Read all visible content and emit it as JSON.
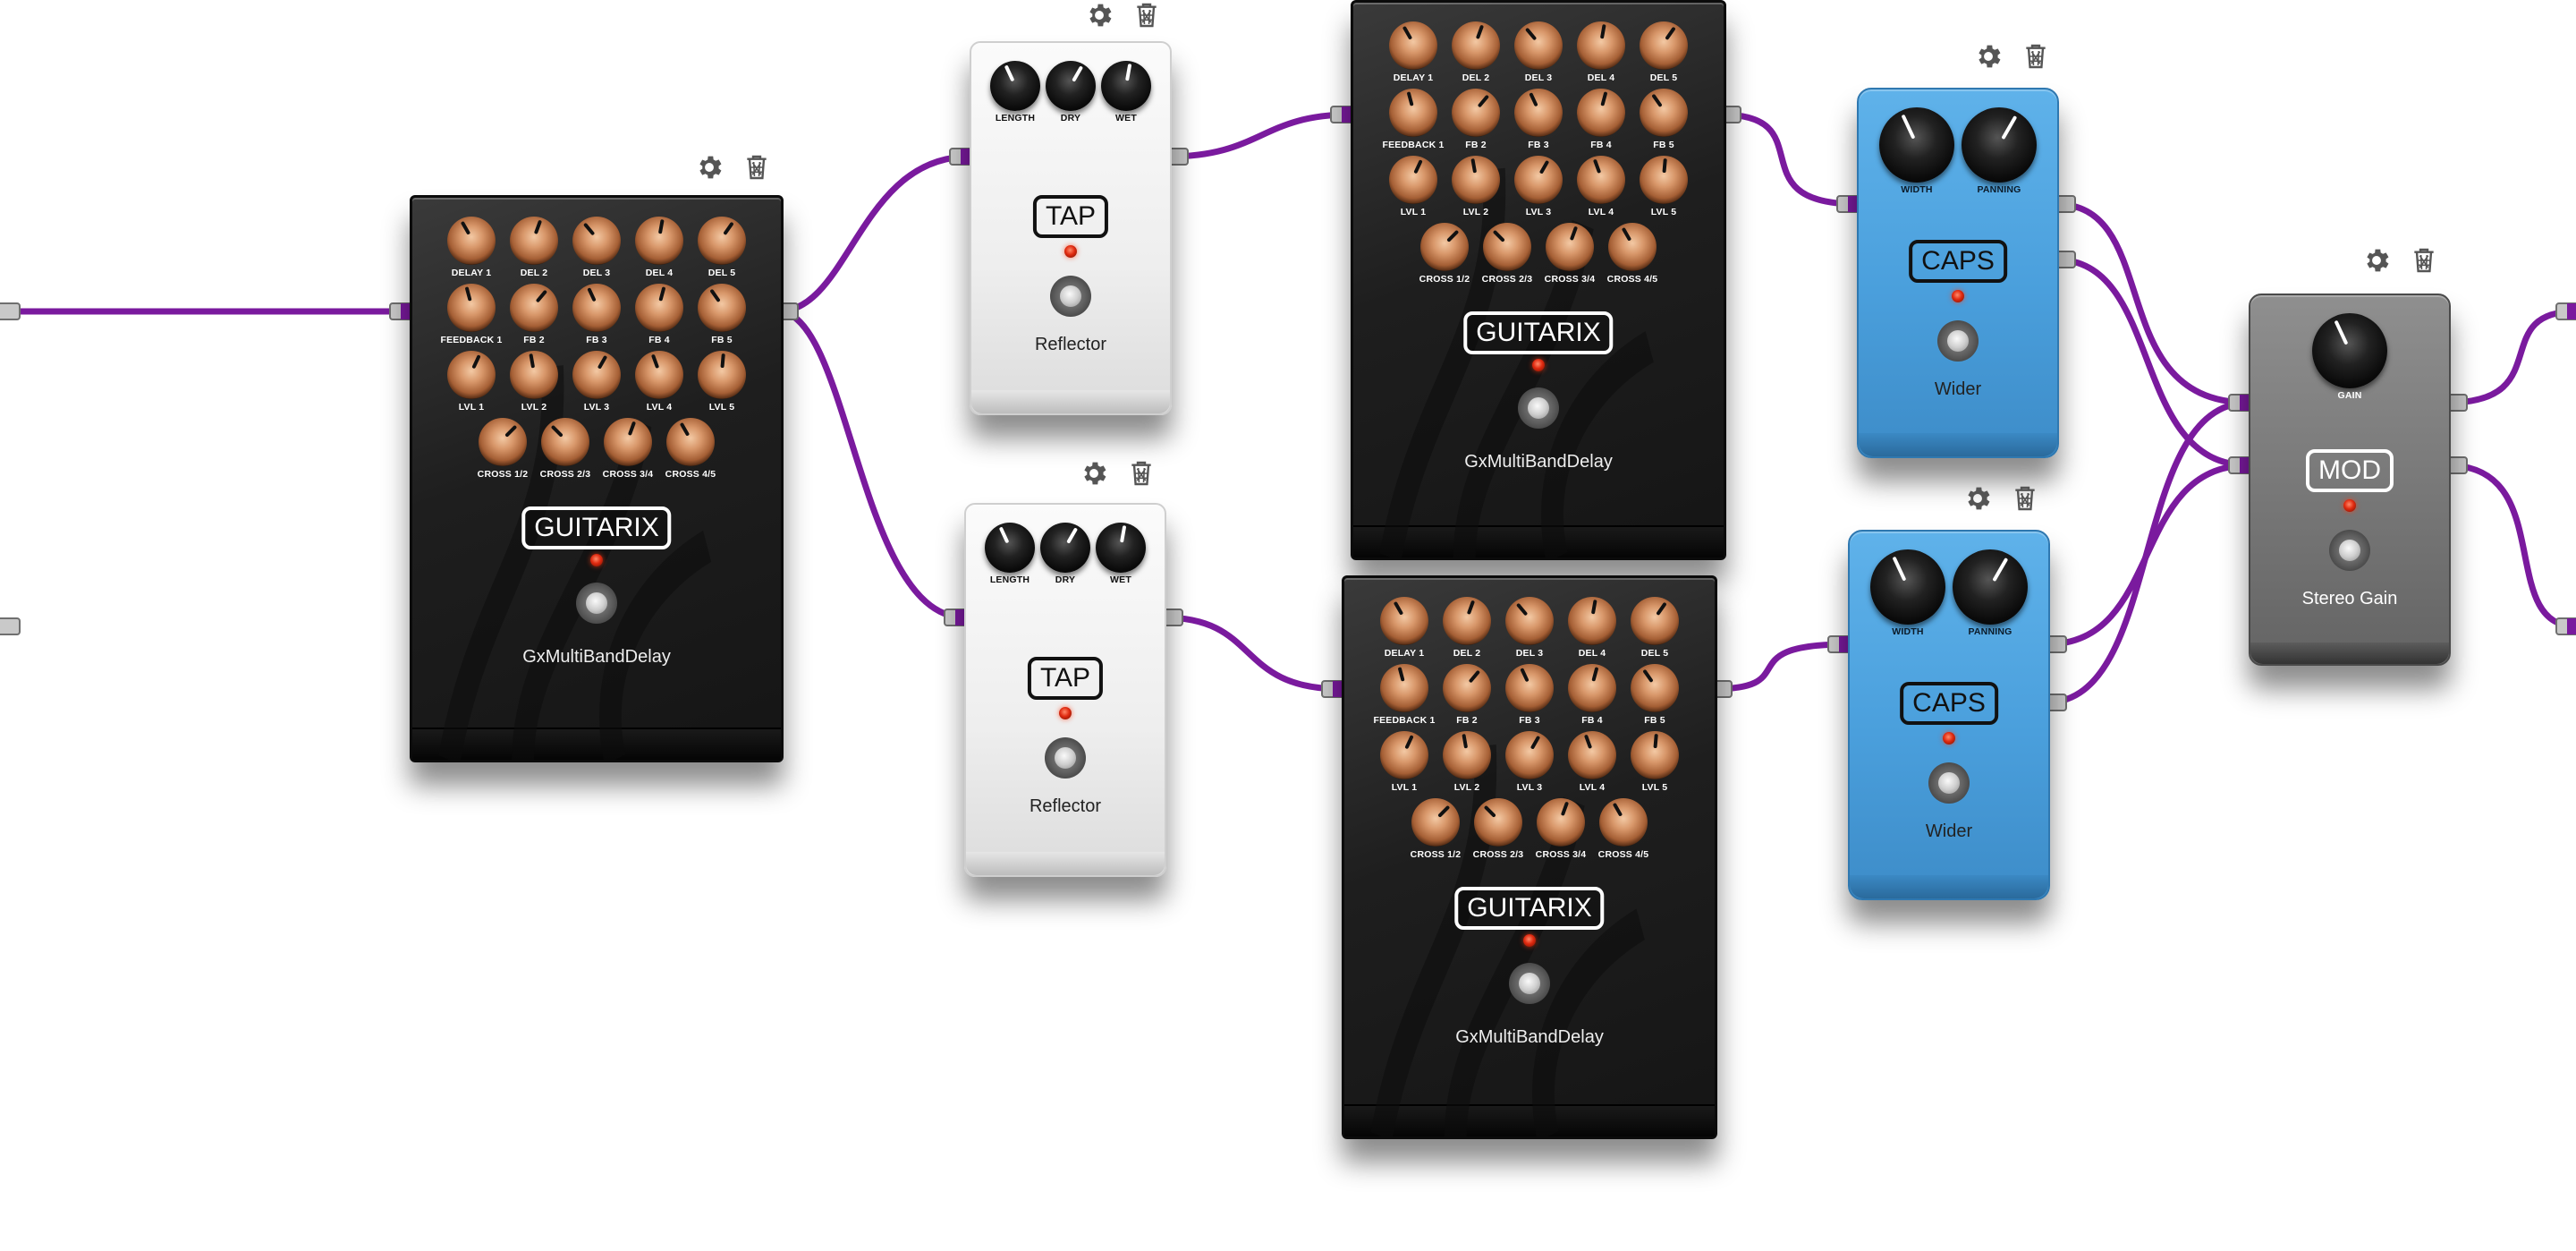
{
  "colors": {
    "cable": "#7a1a9e",
    "plug": "#a0a0a0"
  },
  "icons": {
    "settings": "gear-icon",
    "remove": "trash-icon"
  },
  "pedals": [
    {
      "id": "gx-1",
      "type": "gxmultiband",
      "brand": "GUITARIX",
      "name": "GxMultiBandDelay",
      "rows": [
        [
          "DELAY 1",
          "DEL 2",
          "DEL 3",
          "DEL 4",
          "DEL 5"
        ],
        [
          "FEEDBACK 1",
          "FB 2",
          "FB 3",
          "FB 4",
          "FB 5"
        ],
        [
          "LVL 1",
          "LVL 2",
          "LVL 3",
          "LVL 4",
          "LVL 5"
        ],
        [
          "CROSS 1/2",
          "CROSS 2/3",
          "CROSS 3/4",
          "CROSS 4/5"
        ]
      ]
    },
    {
      "id": "gx-2",
      "type": "gxmultiband",
      "brand": "GUITARIX",
      "name": "GxMultiBandDelay",
      "rows": [
        [
          "DELAY 1",
          "DEL 2",
          "DEL 3",
          "DEL 4",
          "DEL 5"
        ],
        [
          "FEEDBACK 1",
          "FB 2",
          "FB 3",
          "FB 4",
          "FB 5"
        ],
        [
          "LVL 1",
          "LVL 2",
          "LVL 3",
          "LVL 4",
          "LVL 5"
        ],
        [
          "CROSS 1/2",
          "CROSS 2/3",
          "CROSS 3/4",
          "CROSS 4/5"
        ]
      ]
    },
    {
      "id": "gx-3",
      "type": "gxmultiband",
      "brand": "GUITARIX",
      "name": "GxMultiBandDelay",
      "rows": [
        [
          "DELAY 1",
          "DEL 2",
          "DEL 3",
          "DEL 4",
          "DEL 5"
        ],
        [
          "FEEDBACK 1",
          "FB 2",
          "FB 3",
          "FB 4",
          "FB 5"
        ],
        [
          "LVL 1",
          "LVL 2",
          "LVL 3",
          "LVL 4",
          "LVL 5"
        ],
        [
          "CROSS 1/2",
          "CROSS 2/3",
          "CROSS 3/4",
          "CROSS 4/5"
        ]
      ]
    },
    {
      "id": "tap-1",
      "type": "tap",
      "brand": "TAP",
      "name": "Reflector",
      "knobs": [
        "LENGTH",
        "DRY",
        "WET"
      ]
    },
    {
      "id": "tap-2",
      "type": "tap",
      "brand": "TAP",
      "name": "Reflector",
      "knobs": [
        "LENGTH",
        "DRY",
        "WET"
      ]
    },
    {
      "id": "caps-1",
      "type": "caps",
      "brand": "CAPS",
      "name": "Wider",
      "knobs": [
        "WIDTH",
        "PANNING"
      ]
    },
    {
      "id": "caps-2",
      "type": "caps",
      "brand": "CAPS",
      "name": "Wider",
      "knobs": [
        "WIDTH",
        "PANNING"
      ]
    },
    {
      "id": "mod-1",
      "type": "mod",
      "brand": "MOD",
      "name": "Stereo Gain",
      "knobs": [
        "GAIN"
      ]
    }
  ]
}
